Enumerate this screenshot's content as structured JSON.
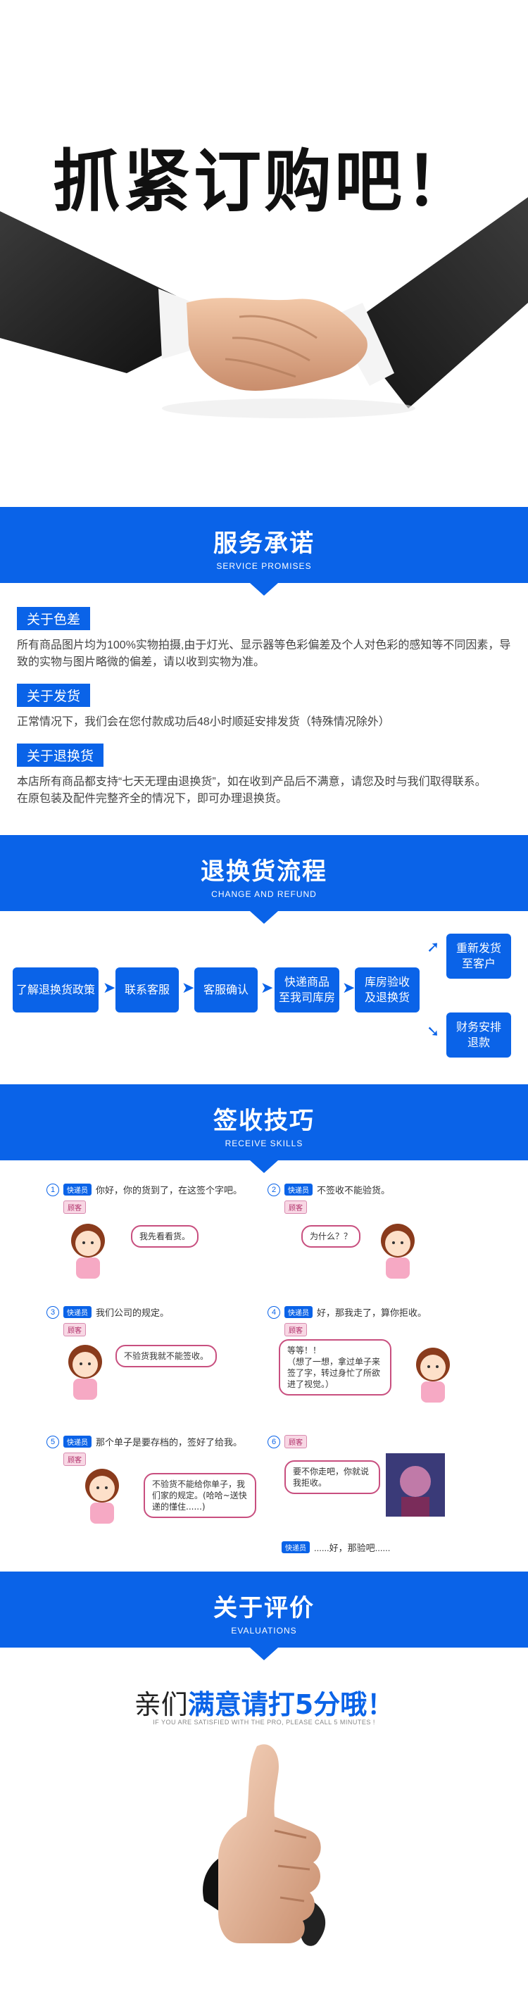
{
  "hero": {
    "title": "抓紧订购吧！"
  },
  "sections": {
    "service": {
      "cn": "服务承诺",
      "en": "SERVICE PROMISES"
    },
    "refund": {
      "cn": "退换货流程",
      "en": "CHANGE AND REFUND"
    },
    "receive": {
      "cn": "签收技巧",
      "en": "RECEIVE SKILLS"
    },
    "evaluation": {
      "cn": "关于评价",
      "en": "EVALUATIONS"
    }
  },
  "promises": [
    {
      "label": "关于色差",
      "text": "所有商品图片均为100%实物拍摄,由于灯光、显示器等色彩偏差及个人对色彩的感知等不同因素，导致的实物与图片略微的偏差，请以收到实物为准。"
    },
    {
      "label": "关于发货",
      "text": "正常情况下，我们会在您付款成功后48小时顺延安排发货（特殊情况除外）"
    },
    {
      "label": "关于退换货",
      "text": "本店所有商品都支持“七天无理由退换货”，如在收到产品后不满意，请您及时与我们取得联系。",
      "text2": "在原包装及配件完整齐全的情况下，即可办理退换货。"
    }
  ],
  "flow": {
    "steps": [
      "了解退换货政策",
      "联系客服",
      "客服确认",
      "快递商品\n至我司库房",
      "库房验收\n及退换货"
    ],
    "outcomes": [
      "重新发货\n至客户",
      "财务安排\n退款"
    ]
  },
  "skills": {
    "courier_tag": "快递员",
    "customer_tag": "顾客",
    "items": [
      {
        "num": "1",
        "line": "你好，你的货到了，在这签个字吧。",
        "bubble": "我先看看货。"
      },
      {
        "num": "2",
        "line": "不签收不能验货。",
        "bubble": "为什么？？"
      },
      {
        "num": "3",
        "line": "我们公司的规定。",
        "bubble": "不验货我就不能签收。"
      },
      {
        "num": "4",
        "line": "好，那我走了，算你拒收。",
        "bubble": "等等！！\n（想了一想，拿过单子来签了字，转过身忙了所欲进了视觉。）"
      },
      {
        "num": "5",
        "line": "那个单子是要存档的，签好了给我。",
        "bubble": "不验货不能给你单子，我们家的规定。(哈哈~送快递的懂住......)"
      },
      {
        "num": "6",
        "line": "......好，那验吧......",
        "bubble": "要不你走吧，你就说我拒收。"
      }
    ]
  },
  "evaluation": {
    "prefix": "亲们",
    "highlight": "满意请打5分哦！",
    "sub": "IF YOU ARE SATISFIED WITH THE PRO, PLEASE CALL 5 MINUTES !"
  },
  "colors": {
    "brand_blue": "#0a63e8",
    "bubble_pink": "#c84f7f"
  }
}
